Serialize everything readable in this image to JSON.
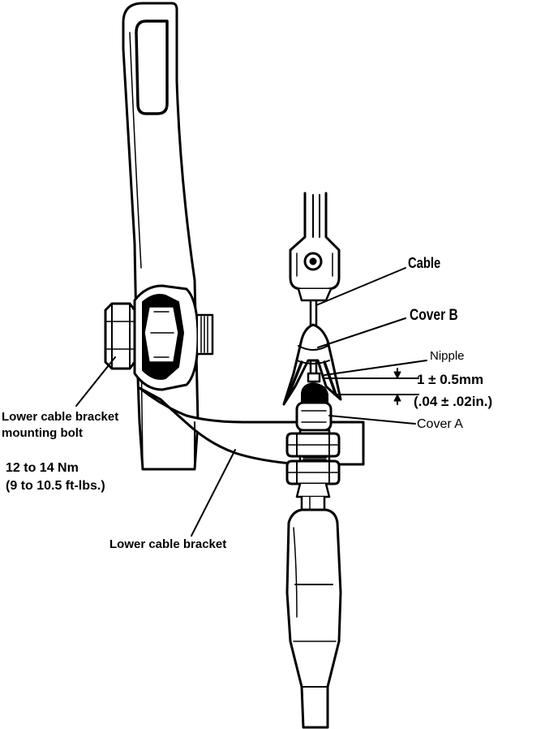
{
  "labels": {
    "cable": "Cable",
    "cover_b": "Cover B",
    "nipple": "Nipple",
    "gap_mm": "1 ± 0.5mm",
    "gap_in": "(.04 ± .02in.)",
    "cover_a": "Cover A",
    "bolt_line1": "Lower cable bracket",
    "bolt_line2": "mounting bolt",
    "torque_nm": "12 to 14 Nm",
    "torque_ftlbs": "(9 to 10.5 ft-lbs.)",
    "bracket": "Lower cable bracket"
  }
}
